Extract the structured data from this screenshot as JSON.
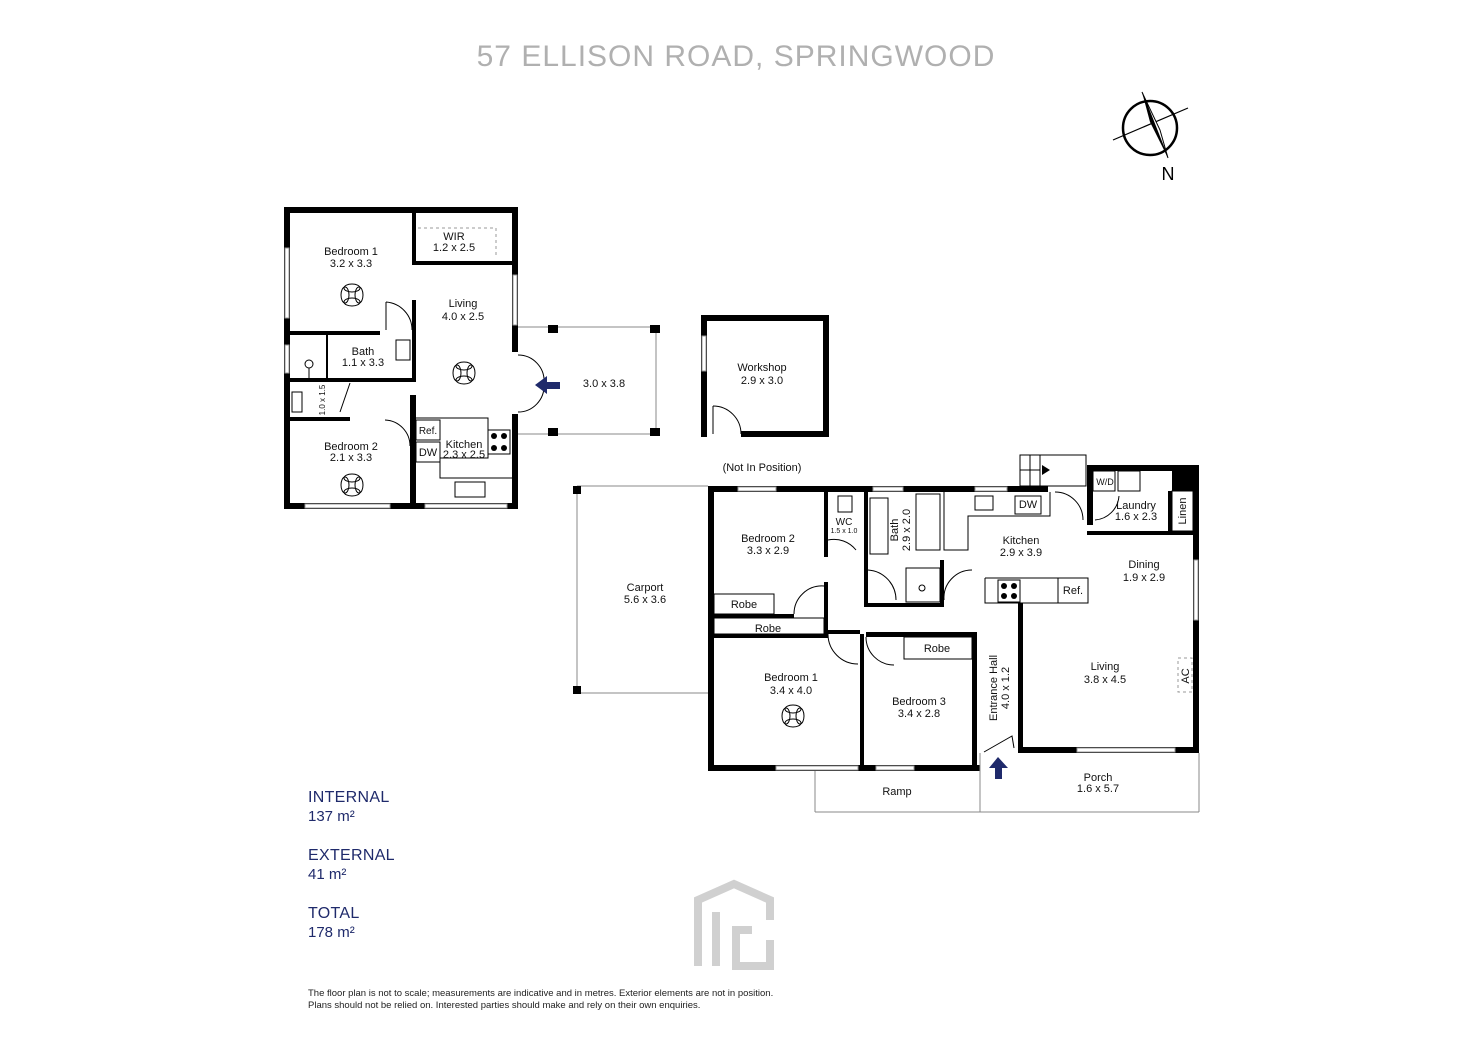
{
  "title": "57 ELLISON ROAD, SPRINGWOOD",
  "compass": {
    "label": "N"
  },
  "granny_flat": {
    "bedroom1": {
      "name": "Bedroom 1",
      "dims": "3.2 x 3.3"
    },
    "wir": {
      "name": "WIR",
      "dims": "1.2 x 2.5"
    },
    "living": {
      "name": "Living",
      "dims": "4.0 x 2.5"
    },
    "bath": {
      "name": "Bath",
      "dims": "1.1 x 3.3"
    },
    "wc_dims": "1.0 x 1.5",
    "bedroom2": {
      "name": "Bedroom 2",
      "dims": "2.1 x 3.3"
    },
    "kitchen": {
      "name": "Kitchen",
      "dims": "2.3 x 2.5"
    },
    "ref": "Ref.",
    "dw": "DW",
    "patio": {
      "dims": "3.0 x 3.8"
    }
  },
  "workshop": {
    "name": "Workshop",
    "dims": "2.9 x 3.0"
  },
  "not_in_position": "(Not In Position)",
  "carport": {
    "name": "Carport",
    "dims": "5.6 x 3.6"
  },
  "main_house": {
    "bedroom2": {
      "name": "Bedroom 2",
      "dims": "3.3 x 2.9"
    },
    "wc": {
      "name": "WC",
      "dims": "1.5 x 1.0"
    },
    "bath": {
      "name": "Bath",
      "dims": "2.9 x 2.0"
    },
    "kitchen": {
      "name": "Kitchen",
      "dims": "2.9 x 3.9"
    },
    "dw": "DW",
    "ref": "Ref.",
    "wd": "W/D",
    "laundry": {
      "name": "Laundry",
      "dims": "1.6 x 2.3"
    },
    "linen": "Linen",
    "dining": {
      "name": "Dining",
      "dims": "1.9 x 2.9"
    },
    "robe_bed2": "Robe",
    "robe_bed1": "Robe",
    "robe_bed3": "Robe",
    "bedroom1": {
      "name": "Bedroom 1",
      "dims": "3.4 x 4.0"
    },
    "bedroom3": {
      "name": "Bedroom 3",
      "dims": "3.4 x 2.8"
    },
    "entrance": {
      "name": "Entrance Hall",
      "dims": "4.0 x 1.2"
    },
    "living": {
      "name": "Living",
      "dims": "3.8 x 4.5"
    },
    "ac": "AC",
    "porch": {
      "name": "Porch",
      "dims": "1.6 x 5.7"
    },
    "ramp": "Ramp"
  },
  "stats": {
    "internal_label": "INTERNAL",
    "internal_value": "137 m²",
    "external_label": "EXTERNAL",
    "external_value": "41 m²",
    "total_label": "TOTAL",
    "total_value": "178 m²"
  },
  "disclaimer_line1": "The floor plan is not to scale; measurements are indicative and in metres. Exterior elements are not in position.",
  "disclaimer_line2": "Plans should not be relied on. Interested parties should make and rely on their own enquiries.",
  "colors": {
    "title": "#b0b0b0",
    "stats": "#1f2a6b",
    "arrow": "#1f2a6b"
  }
}
